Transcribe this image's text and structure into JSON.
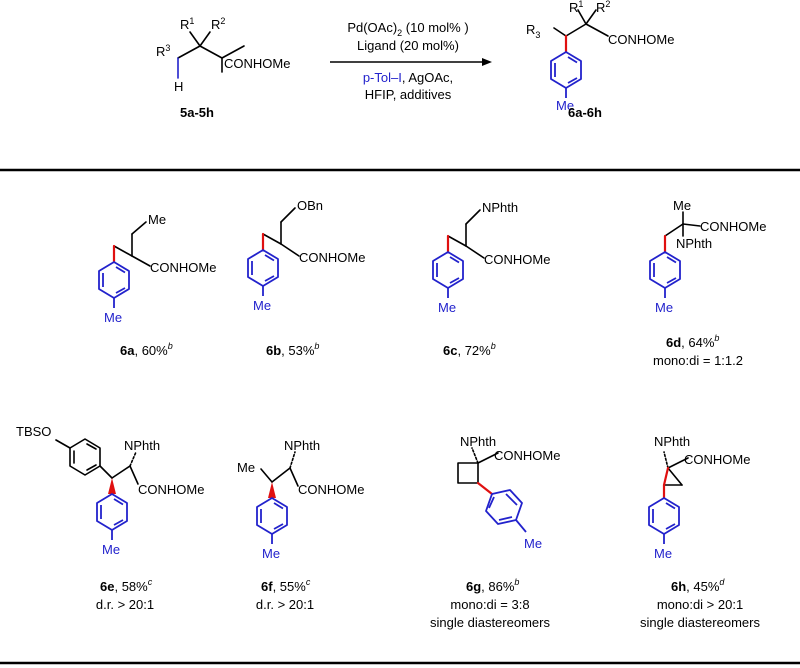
{
  "reaction": {
    "substrate_label": "5a-5h",
    "product_label": "6a-6h",
    "substrate": {
      "R1": "R",
      "R1_sup": "1",
      "R2": "R",
      "R2_sup": "2",
      "R3": "R",
      "R3_sup": "3",
      "H": "H",
      "CONHOMe": "CONHOMe"
    },
    "product": {
      "R1": "R",
      "R1_sup": "1",
      "R2": "R",
      "R2_sup": "2",
      "R3": "R",
      "R3_sub": "3",
      "CONHOMe": "CONHOMe",
      "Me": "Me"
    },
    "conditions": {
      "cat_a": "Pd(OAc)",
      "cat_sub": "2",
      "cat_b": " (10 mol% )",
      "ligand": "Ligand (20 mol%)",
      "reagent_blue": "p-Tol–I",
      "reagent_rest": ", AgOAc,",
      "solvent": "HFIP, additives"
    }
  },
  "products": [
    {
      "id": "6a",
      "yield": ", 60%",
      "note": "b",
      "groups": [
        "Me",
        "CONHOMe",
        "Me"
      ],
      "extra": []
    },
    {
      "id": "6b",
      "yield": ", 53%",
      "note": "b",
      "groups": [
        "OBn",
        "CONHOMe",
        "Me"
      ],
      "extra": []
    },
    {
      "id": "6c",
      "yield": ", 72%",
      "note": "b",
      "groups": [
        "NPhth",
        "CONHOMe",
        "Me"
      ],
      "extra": []
    },
    {
      "id": "6d",
      "yield": ", 64%",
      "note": "b",
      "groups": [
        "Me",
        "CONHOMe",
        "NPhth",
        "Me"
      ],
      "extra": [
        "mono:di = 1:1.2"
      ]
    },
    {
      "id": "6e",
      "yield": ", 58%",
      "note": "c",
      "groups": [
        "TBSO",
        "NPhth",
        "CONHOMe",
        "Me"
      ],
      "extra": [
        "d.r. > 20:1"
      ]
    },
    {
      "id": "6f",
      "yield": ", 55%",
      "note": "c",
      "groups": [
        "Me",
        "NPhth",
        "CONHOMe",
        "Me"
      ],
      "extra": [
        "d.r. > 20:1"
      ]
    },
    {
      "id": "6g",
      "yield": ", 86%",
      "note": "b",
      "groups": [
        "NPhth",
        "CONHOMe",
        "Me"
      ],
      "extra": [
        "mono:di = 3:8",
        "single diastereomers"
      ]
    },
    {
      "id": "6h",
      "yield": ", 45%",
      "note": "d",
      "groups": [
        "NPhth",
        "CONHOMe",
        "Me"
      ],
      "extra": [
        "mono:di > 20:1",
        "single diastereomers"
      ]
    }
  ],
  "colors": {
    "ring": "#2222cc",
    "new_bond": "#e01010",
    "text": "#000000"
  }
}
